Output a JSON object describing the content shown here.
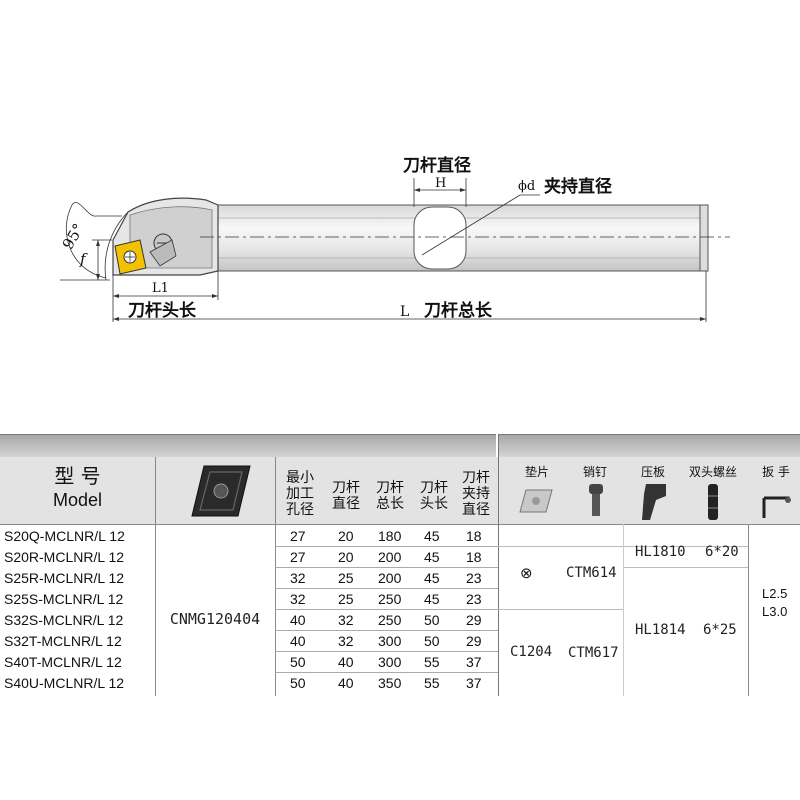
{
  "drawing": {
    "label_shank_diameter": "刀杆直径",
    "label_H": "H",
    "label_phi_d": "ϕd",
    "label_clamp_diameter": "夹持直径",
    "label_angle": "95°",
    "label_f": "f",
    "label_L1": "L1",
    "label_head_length": "刀杆头长",
    "label_L": "L",
    "label_total_length": "刀杆总长"
  },
  "table": {
    "model_header_cn": "型  号",
    "model_header_en": "Model",
    "col_headers": [
      "最小\n加工\n孔径",
      "刀杆\n直径",
      "刀杆\n总长",
      "刀杆\n头长",
      "刀杆\n夹持\n直径"
    ],
    "acc_headers": [
      "垫片",
      "销钉",
      "压板",
      "双头螺丝",
      "扳  手"
    ],
    "insert": "CNMG120404",
    "rows": [
      {
        "model": "S20Q-MCLNR/L 12",
        "v": [
          "27",
          "20",
          "180",
          "45",
          "18"
        ]
      },
      {
        "model": "S20R-MCLNR/L 12",
        "v": [
          "27",
          "20",
          "200",
          "45",
          "18"
        ]
      },
      {
        "model": "S25R-MCLNR/L 12",
        "v": [
          "32",
          "25",
          "200",
          "45",
          "23"
        ]
      },
      {
        "model": "S25S-MCLNR/L 12",
        "v": [
          "32",
          "25",
          "250",
          "45",
          "23"
        ]
      },
      {
        "model": "S32S-MCLNR/L 12",
        "v": [
          "40",
          "32",
          "250",
          "50",
          "29"
        ]
      },
      {
        "model": "S32T-MCLNR/L 12",
        "v": [
          "40",
          "32",
          "300",
          "50",
          "29"
        ]
      },
      {
        "model": "S40T-MCLNR/L 12",
        "v": [
          "50",
          "40",
          "300",
          "55",
          "37"
        ]
      },
      {
        "model": "S40U-MCLNR/L 12",
        "v": [
          "50",
          "40",
          "350",
          "55",
          "37"
        ]
      }
    ],
    "shim_a": "⊗",
    "pin_a": "CTM614",
    "shim_b": "C1204",
    "pin_b": "CTM617",
    "clamp_a": "HL1810",
    "screw_a": "6*20",
    "clamp_b": "HL1814",
    "screw_b": "6*25",
    "wrench_1": "L2.5",
    "wrench_2": "L3.0"
  },
  "colors": {
    "insert_gold": "#f2c200",
    "bar_header": "#bdbdbd",
    "head_fill": "#e6e6e6"
  }
}
